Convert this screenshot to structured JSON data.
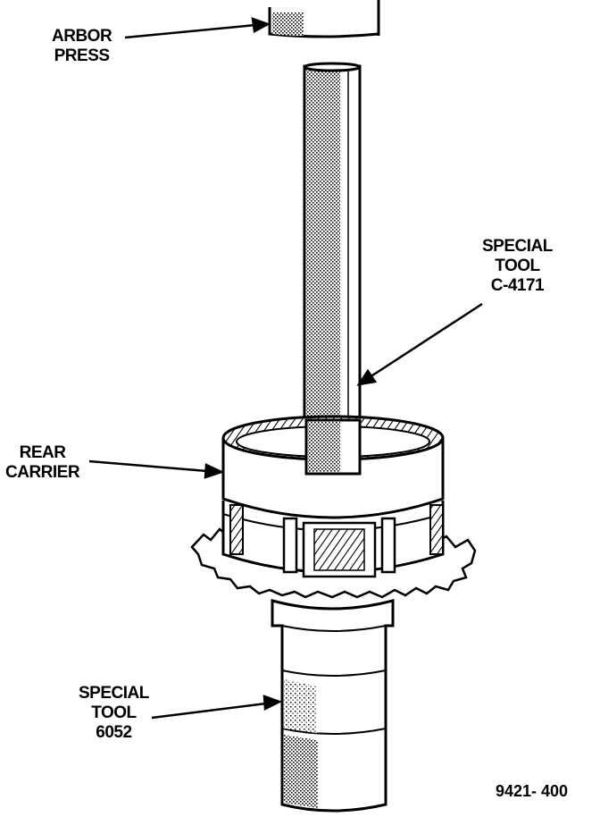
{
  "labels": {
    "arbor_press": [
      "ARBOR",
      "PRESS"
    ],
    "special_tool_c4171": [
      "SPECIAL",
      "TOOL",
      "C-4171"
    ],
    "rear_carrier": [
      "REAR",
      "CARRIER"
    ],
    "special_tool_6052": [
      "SPECIAL",
      "TOOL",
      "6052"
    ]
  },
  "figure_number": "9421- 400",
  "colors": {
    "ink": "#000000",
    "paper": "#ffffff"
  }
}
